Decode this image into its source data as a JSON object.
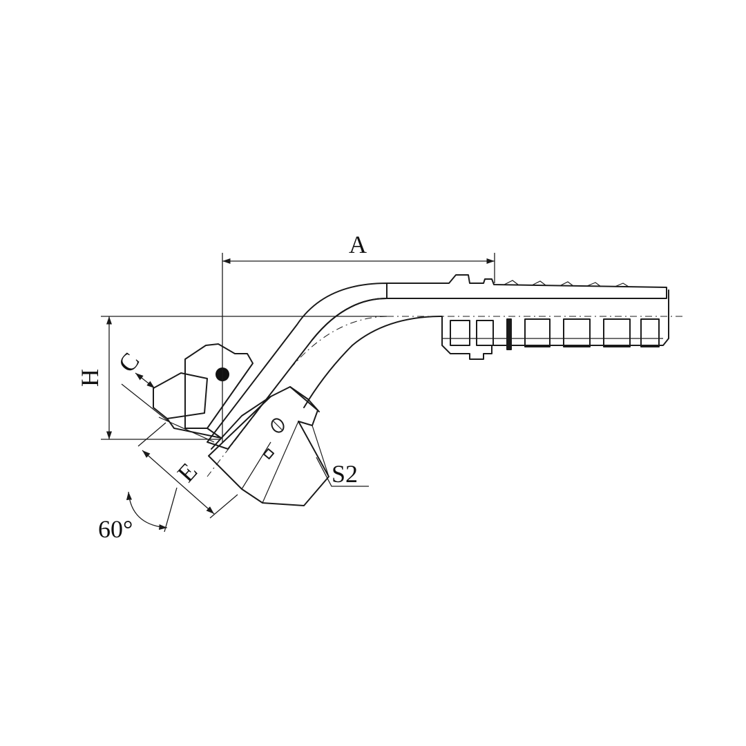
{
  "drawing": {
    "dimensions": {
      "length": "A",
      "height": "H",
      "seal": "C",
      "thread": "E",
      "hex": "S2",
      "angle": "60°"
    },
    "colors": {
      "line": "#1a1a1a",
      "background": "#ffffff"
    }
  }
}
